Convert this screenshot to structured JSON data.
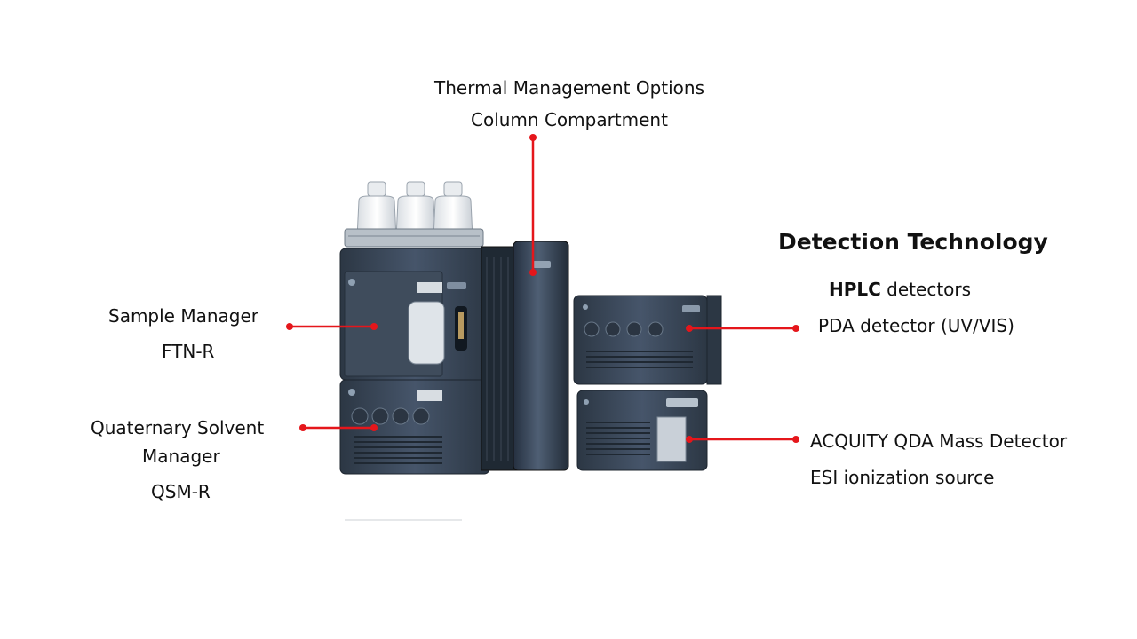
{
  "heading": "Detection Technology",
  "labels": {
    "thermal": "Thermal Management Options",
    "column": "Column Compartment",
    "sample_manager": "Sample Manager",
    "ftn": "FTN-R",
    "qsm_line1": "Quaternary Solvent",
    "qsm_line2": "Manager",
    "qsm_r": "QSM-R",
    "hplc_bold": "HPLC",
    "hplc_rest": " detectors",
    "pda": "PDA detector (UV/VIS)",
    "qda": "ACQUITY QDA Mass Detector",
    "esi": "ESI ionization source"
  },
  "colors": {
    "callout": "#e5161b",
    "instrument_body": "#3a4756",
    "instrument_dark": "#242e3a",
    "instrument_light": "#5a6878"
  }
}
